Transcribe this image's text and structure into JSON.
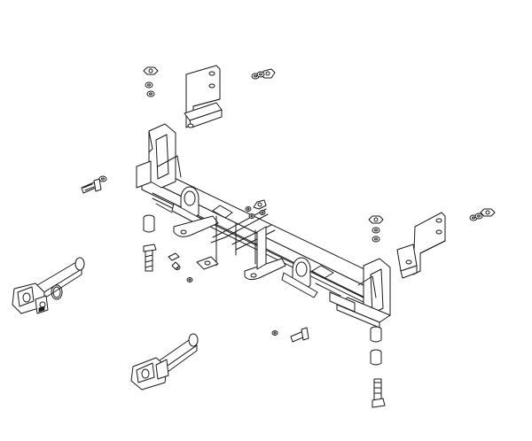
{
  "diagram": {
    "type": "exploded-parts-view",
    "parts": [
      "crossbar-frame",
      "left-mount-bracket",
      "right-mount-bracket",
      "upper-left-bracket",
      "tow-arm-left",
      "tow-arm-right",
      "bolt",
      "nut",
      "washer",
      "spacer",
      "safety-pin",
      "clip-ring"
    ]
  }
}
